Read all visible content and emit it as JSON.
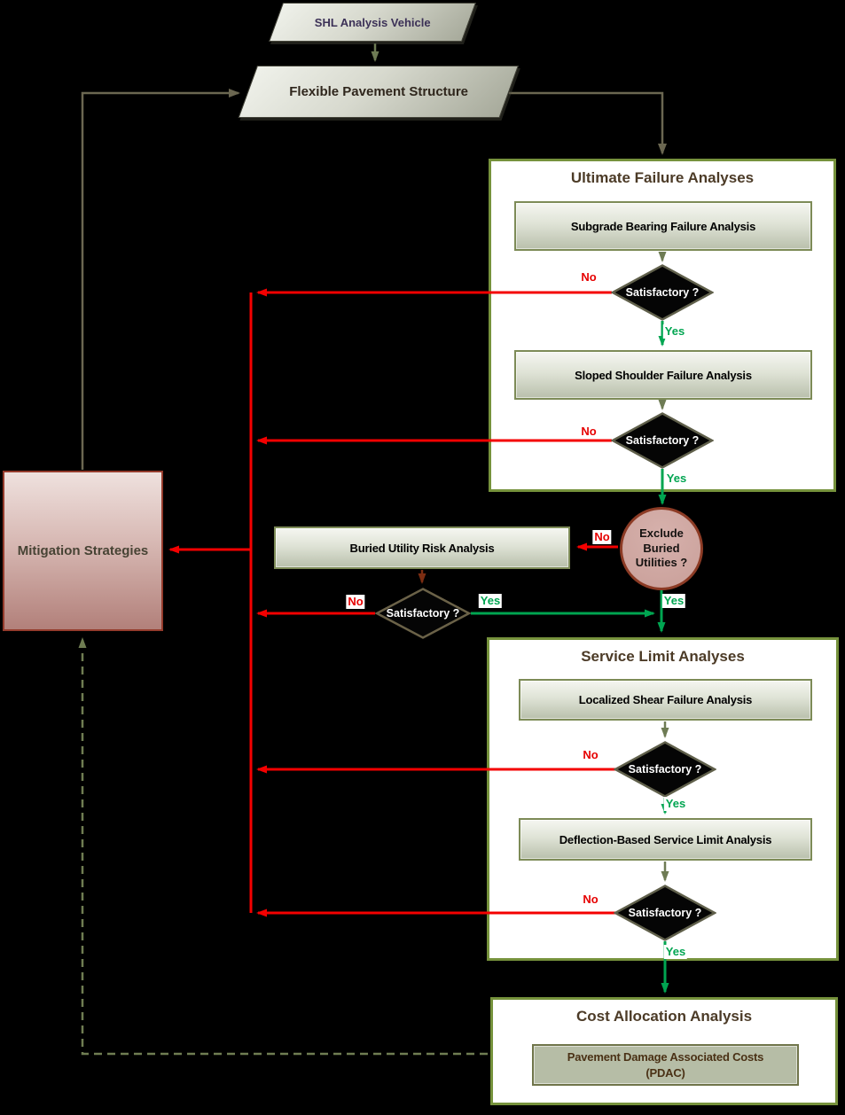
{
  "diagram": {
    "source_node": "SHL Analysis Vehicle",
    "structure_node": "Flexible Pavement Structure",
    "mitigation_node": "Mitigation Strategies",
    "buried_rect": "Buried Utility Risk Analysis",
    "circle_node": "Exclude Buried Utilities ?",
    "decision": "Satisfactory ?",
    "yes": "Yes",
    "no": "No",
    "sections": {
      "ultimate": {
        "title": "Ultimate Failure Analyses",
        "steps": [
          "Subgrade Bearing Failure Analysis",
          "Sloped Shoulder Failure Analysis"
        ]
      },
      "service": {
        "title": "Service Limit Analyses",
        "steps": [
          "Localized Shear Failure Analysis",
          "Deflection-Based Service Limit Analysis"
        ]
      },
      "cost": {
        "title": "Cost Allocation Analysis",
        "pdac_line1": "Pavement Damage Associated Costs",
        "pdac_line2": "(PDAC)"
      }
    }
  },
  "colors": {
    "background": "#000000",
    "section_border_green": "#76923c",
    "arrow_red": "#f40000",
    "arrow_green": "#00a551",
    "connector_olive": "#6b6751",
    "connector_muted_green": "#6e7b54",
    "arrow_maroon": "#7c2d12",
    "dashed_feedback": "#6f7d52",
    "no_label_red": "#e60000",
    "yes_label_green": "#00a551",
    "diamond_fill": "#050505",
    "diamond_border": "#60604b",
    "circle_fill": "#c99f99",
    "circle_border": "#8c3b25",
    "mitigation_border": "#943b2c",
    "step_fill_bottom": "#b9c0ac",
    "step_border": "#7d8b57",
    "title_brown": "#4c3b27"
  }
}
